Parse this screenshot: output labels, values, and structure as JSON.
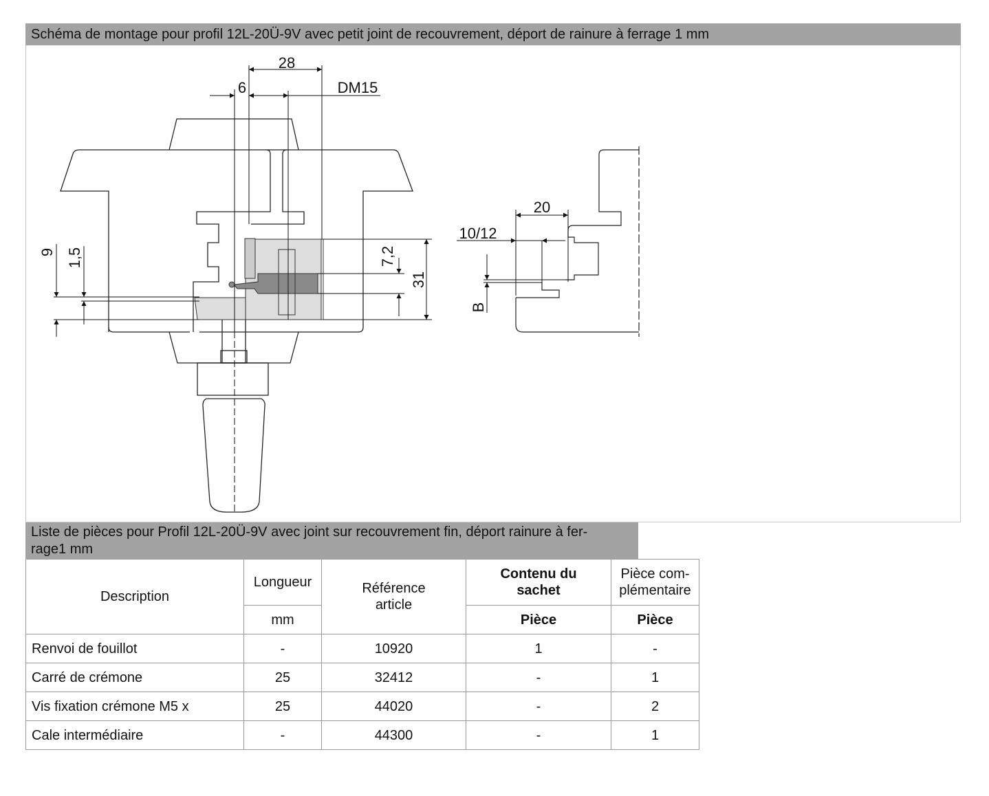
{
  "title": "Schéma de montage pour profil 12L-20Ü-9V avec petit joint de recouvrement, déport de rainure à ferrage 1 mm",
  "drawing": {
    "dim_28": "28",
    "dim_6": "6",
    "dim_dm15": "DM15",
    "dim_9": "9",
    "dim_1_5": "1,5",
    "dim_7_2": "7,2",
    "dim_31": "31",
    "dim_20": "20",
    "dim_10_12": "10/12",
    "dim_b": "B"
  },
  "parts_list": {
    "title": "Liste de pièces pour Profil 12L-20Ü-9V avec joint sur recouvrement fin, déport rainure à fer-rage1 mm",
    "title_line1": "Liste de pièces pour Profil 12L-20Ü-9V avec joint sur recouvrement fin, déport rainure à fer-",
    "title_line2": "rage1 mm",
    "headers": {
      "description": "Description",
      "length": "Longueur",
      "length_unit": "mm",
      "reference": "Référence article",
      "bag_contents": "Contenu du sachet",
      "bag_unit": "Pièce",
      "complementary": "Pièce com-plémentaire",
      "complementary_l1": "Pièce com-",
      "complementary_l2": "plémentaire",
      "complementary_unit": "Pièce"
    },
    "rows": [
      {
        "description": "Renvoi de fouillot",
        "length": "-",
        "reference": "10920",
        "bag": "1",
        "complementary": "-"
      },
      {
        "description": "Carré de crémone",
        "length": "25",
        "reference": "32412",
        "bag": "-",
        "complementary": "1"
      },
      {
        "description": "Vis fixation crémone M5 x",
        "length": "25",
        "reference": "44020",
        "bag": "-",
        "complementary": "2"
      },
      {
        "description": "Cale intermédiaire",
        "length": "-",
        "reference": "44300",
        "bag": "-",
        "complementary": "1"
      }
    ]
  }
}
